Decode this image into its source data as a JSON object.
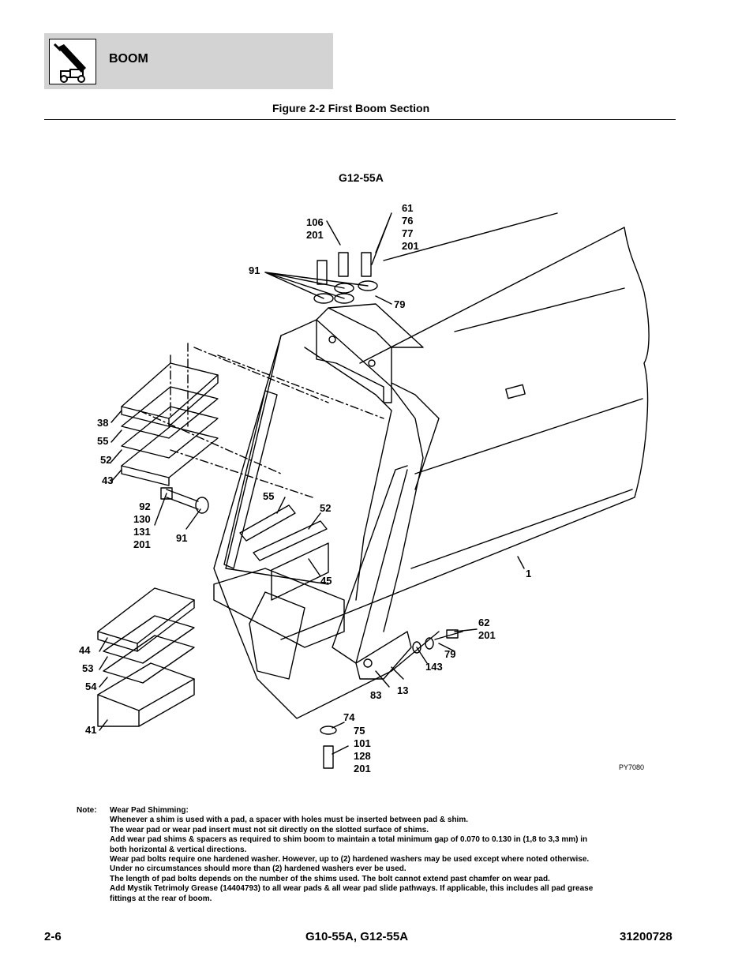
{
  "header": {
    "section_title": "BOOM",
    "icon": "telehandler-icon"
  },
  "figure": {
    "title": "Figure 2-2 First Boom Section",
    "model": "G12-55A",
    "drawing_code": "PY7080",
    "callouts": [
      {
        "id": "c106",
        "text": "106\n201"
      },
      {
        "id": "c61",
        "text": "61\n76\n77\n201"
      },
      {
        "id": "c91a",
        "text": "91"
      },
      {
        "id": "c79a",
        "text": "79"
      },
      {
        "id": "c38",
        "text": "38"
      },
      {
        "id": "c55a",
        "text": "55"
      },
      {
        "id": "c52a",
        "text": "52"
      },
      {
        "id": "c43",
        "text": "43"
      },
      {
        "id": "c92",
        "text": "92\n130\n131\n201"
      },
      {
        "id": "c91b",
        "text": "91"
      },
      {
        "id": "c55b",
        "text": "55"
      },
      {
        "id": "c52b",
        "text": "52"
      },
      {
        "id": "c45",
        "text": "45"
      },
      {
        "id": "c1",
        "text": "1"
      },
      {
        "id": "c62",
        "text": "62\n201"
      },
      {
        "id": "c79b",
        "text": "79"
      },
      {
        "id": "c143",
        "text": "143"
      },
      {
        "id": "c44",
        "text": "44"
      },
      {
        "id": "c53",
        "text": "53"
      },
      {
        "id": "c54",
        "text": "54"
      },
      {
        "id": "c83",
        "text": "83"
      },
      {
        "id": "c13",
        "text": "13"
      },
      {
        "id": "c41",
        "text": "41"
      },
      {
        "id": "c74",
        "text": "74"
      },
      {
        "id": "c75",
        "text": "75\n101\n128\n201"
      }
    ]
  },
  "note": {
    "label": "Note:",
    "lines": [
      "Wear Pad Shimming:",
      "Whenever a shim is used with a pad, a spacer with holes must be inserted between pad & shim.",
      "The wear pad or wear pad insert must not sit directly on the slotted surface of shims.",
      "Add wear pad shims & spacers as required to shim boom to maintain a total minimum gap of 0.070 to 0.130 in (1,8 to 3,3 mm) in",
      "both horizontal & vertical directions.",
      "Wear pad bolts require one hardened washer. However, up to (2) hardened washers may be used except where noted otherwise.",
      "Under no circumstances should more than (2) hardened washers ever be used.",
      "The length of pad bolts depends on the number of the shims used. The bolt cannot extend past chamfer on wear pad.",
      "Add Mystik Tetrimoly Grease (14404793) to all wear pads & all wear pad slide pathways. If applicable, this includes all pad grease",
      "fittings at the rear of boom."
    ]
  },
  "footer": {
    "page_number": "2-6",
    "models": "G10-55A, G12-55A",
    "doc_number": "31200728"
  }
}
